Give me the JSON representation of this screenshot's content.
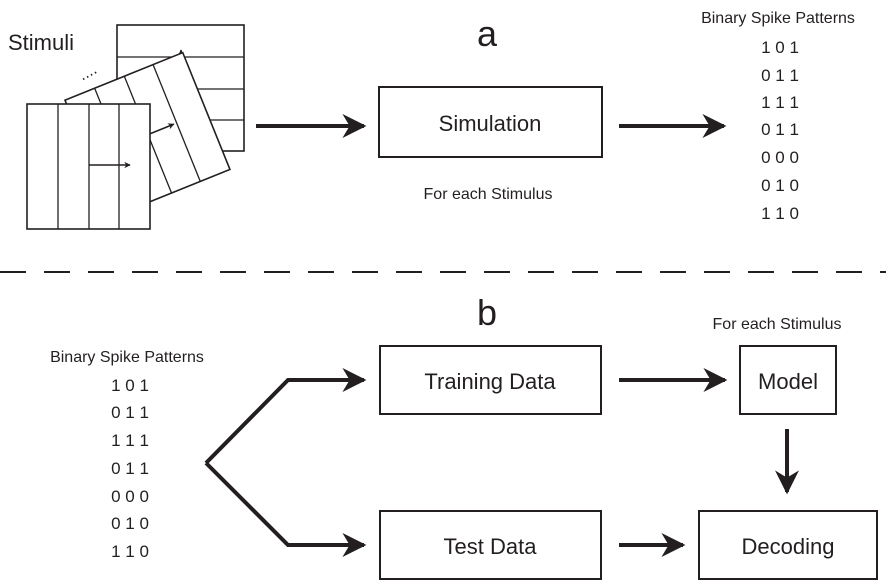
{
  "panel_a": {
    "label": "a",
    "stimuli_label": "Stimuli",
    "ellipsis": "....",
    "simulation_label": "Simulation",
    "for_each_label": "For each Stimulus",
    "patterns_title": "Binary Spike Patterns",
    "patterns": [
      "1 0 1",
      "0 1 1",
      "1 1 1",
      "0 1 1",
      "0 0 0",
      "0 1 0",
      "1 1 0"
    ]
  },
  "panel_b": {
    "label": "b",
    "patterns_title": "Binary Spike Patterns",
    "patterns": [
      "1 0 1",
      "0 1 1",
      "1 1 1",
      "0 1 1",
      "0 0 0",
      "0 1 0",
      "1 1 0"
    ],
    "training_label": "Training Data",
    "test_label": "Test Data",
    "model_label": "Model",
    "decoding_label": "Decoding",
    "for_each_label": "For each Stimulus"
  },
  "colors": {
    "ink": "#231f20",
    "background": "#ffffff"
  }
}
